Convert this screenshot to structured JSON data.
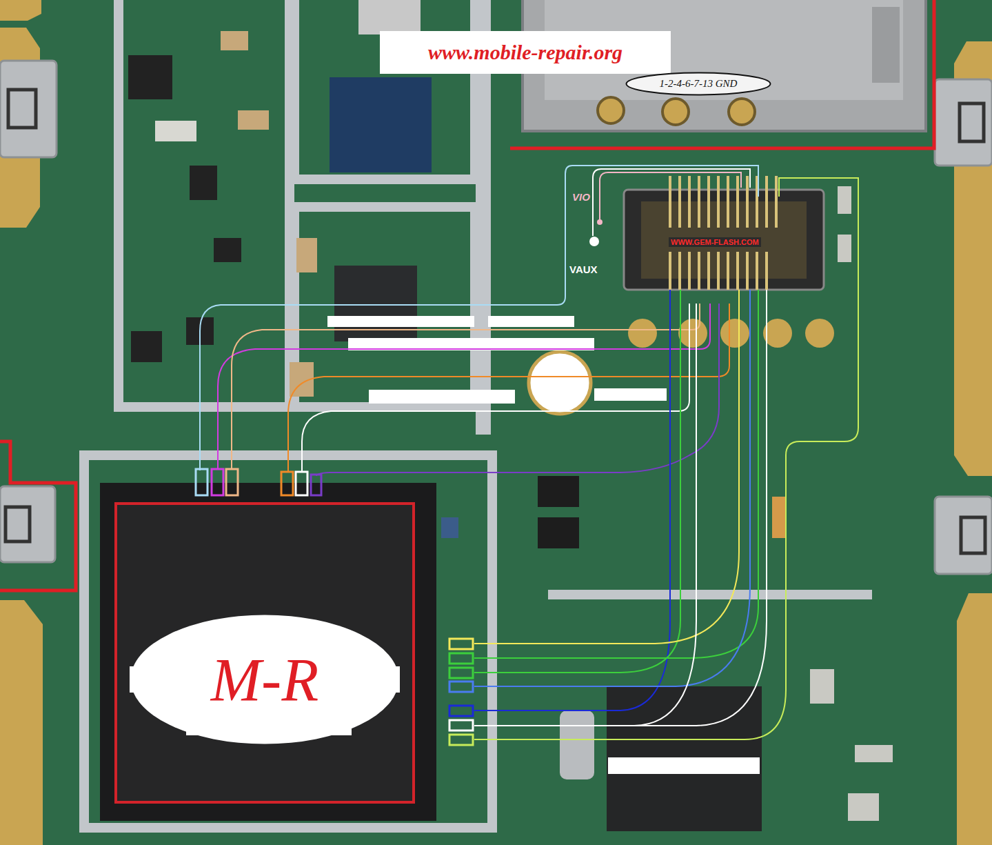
{
  "diagram": {
    "nodes": [
      {
        "text": [
          "www.mobile-repair.org"
        ]
      },
      {
        "text": [
          "1-2-4-6-7-13 GND"
        ]
      },
      {
        "text": [
          "M-R"
        ]
      }
    ],
    "labels": [
      "VIO",
      "VAUX",
      "WWW.GEM-FLASH.COM"
    ]
  }
}
